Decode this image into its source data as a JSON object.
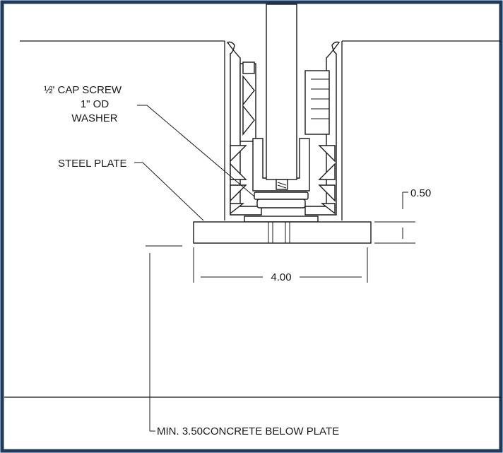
{
  "labels": {
    "cap_screw_fraction": "½",
    "cap_screw_line1": "\" CAP SCREW",
    "cap_screw_line2": "1\" OD",
    "cap_screw_line3": "WASHER",
    "steel_plate": "STEEL PLATE",
    "plate_thickness": "0.50",
    "plate_width": "4.00",
    "concrete_note": "MIN. 3.50CONCRETE BELOW PLATE"
  },
  "colors": {
    "frame_border": "#1e3a5f",
    "line": "#1a1a1a",
    "background": "#ffffff"
  }
}
